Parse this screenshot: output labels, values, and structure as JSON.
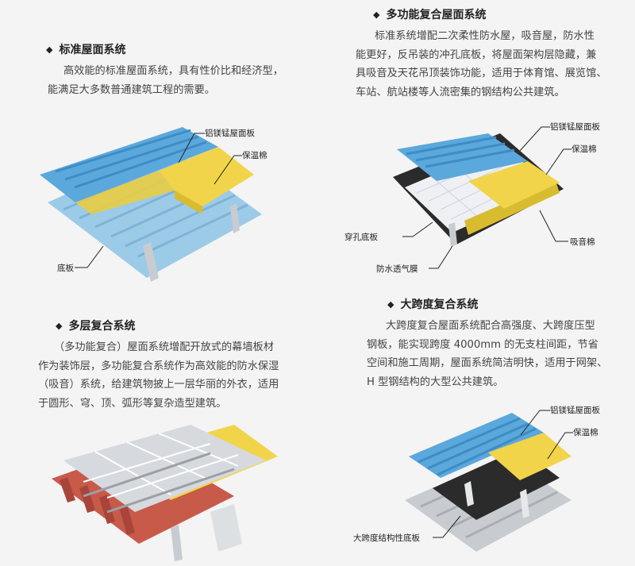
{
  "sections": {
    "standard": {
      "title": "标准屋面系统",
      "lines": [
        "高效能的标准屋面系统，具有性价比和经济型，",
        "能满足大多数普通建筑工程的需要。"
      ],
      "labels": {
        "panel": "铝镁锰屋面板",
        "insulation": "保温棉",
        "base": "底板"
      }
    },
    "multifunction": {
      "title": "多功能复合屋面系统",
      "lines": [
        "标准系统增配二次柔性防水屋，吸音屋，防水性",
        "能更好，反吊装的冲孔底板，将屋面架构层隐藏，兼",
        "具吸音及天花吊顶装饰功能，适用于体育馆、展览馆、",
        "车站、航站楼等人流密集的钢结构公共建筑。"
      ],
      "labels": {
        "panel": "铝镁锰屋面板",
        "insulation": "保温棉",
        "perforated": "穿孔底板",
        "sound": "吸音棉",
        "membrane": "防水透气膜"
      }
    },
    "multilayer": {
      "title": "多层复合系统",
      "lines": [
        "（多功能复合）屋面系统增配开放式的幕墙板材",
        "作为装饰层，多功能复合系统作为高效能的防水保湿",
        "（吸音）系统，给建筑物披上一层华丽的外衣，适用",
        "于圆形、穹、顶、弧形等复杂造型建筑。"
      ]
    },
    "longspan": {
      "title": "大跨度复合系统",
      "lines": [
        "大跨度复合屋面系统配合高强度、大跨度压型",
        "钢板，能实现跨度 4000mm 的无支柱间距，节省",
        "空间和施工周期，屋面系统简洁明快，适用于网架、",
        "H 型钢结构的大型公共建筑。"
      ],
      "labels": {
        "panel": "铝镁锰屋面板",
        "insulation": "保温棉",
        "base": "大跨度结构性底板"
      }
    }
  },
  "colors": {
    "panel_blue": "#5aa8dc",
    "panel_blue_dark": "#3f8cc4",
    "insulation_yellow": "#f2d44a",
    "membrane_dark": "#2b2b2b",
    "steel_gray": "#c8ccd0"
  }
}
